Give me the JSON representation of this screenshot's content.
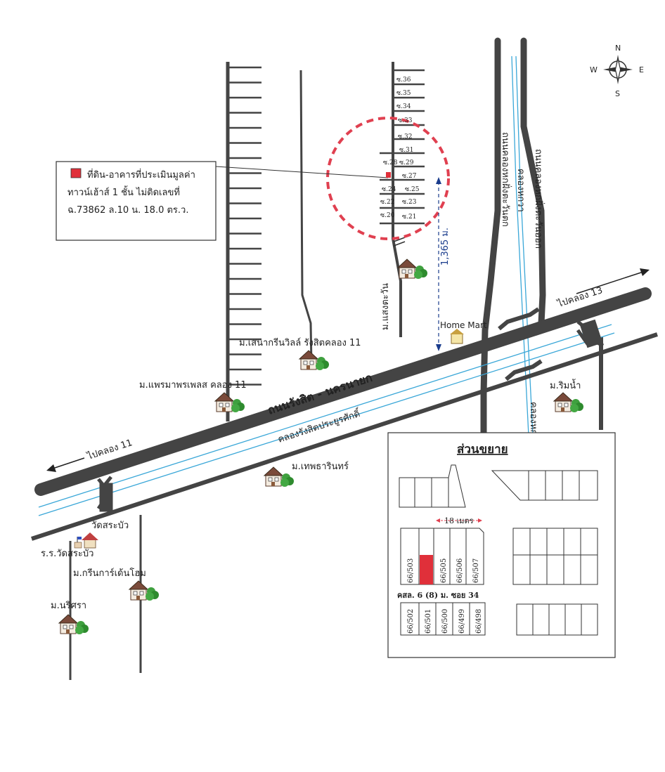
{
  "legend": {
    "line1": "ที่ดิน-อาคารที่ประเมินมูลค่า",
    "line2": "ทาวน์เฮ้าส์ 1 ชั้น ไม่ติดเลขที่",
    "line3": "ฉ.73862  ล.10  น. 18.0 ตร.ว."
  },
  "compass": {
    "n": "N",
    "s": "S",
    "e": "E",
    "w": "W"
  },
  "roads": {
    "main": "ถนนรังสิต - นครนายก",
    "canal": "คลองรังสิตประยูรศักดิ์",
    "to_klong13": "ไปคลอง 13",
    "to_klong11": "ไปคลอง 11",
    "soi_saengtawan": "ม.แสงตะวัน",
    "road_right1": "ถนนคลองหกฝั่งตะวันตก",
    "road_right2": "ถนนคลองหกฝั่งตะวันออก",
    "canal_right": "คลองหกวา",
    "canal_lower": "คลองหกวา"
  },
  "distance": "1,365  ม.",
  "sois": [
    "ซ.36",
    "ซ.35",
    "ซ.34",
    "ซ.33",
    "ซ.32",
    "ซ.31",
    "ซ.29",
    "ซ.28",
    "ซ.27",
    "ซ.25",
    "ซ.24",
    "ซ.23",
    "ซ.22",
    "ซ.21",
    "ซ.20"
  ],
  "places": {
    "home_mart": "Home Mart",
    "sena": "ม.เสนากรีนวิลล์ รังสิตคลอง 11",
    "praemaa": "ม.แพรมาพรเพลส คลอง 11",
    "rimnam": "ม.ริมน้ำ",
    "thepthanin": "ม.เทพธารินทร์",
    "wat": "วัดสระบัว",
    "school": "ร.ร.วัดสระบัว",
    "green_garden": "ม.กรีนการ์เด้นโฮม",
    "narisara": "ม.นริศรา"
  },
  "inset": {
    "title": "ส่วนขยาย",
    "width_label": "18 เมตร",
    "soi_label": "คสล. 6 (8) ม.  ซอย 34",
    "top_lots": [
      "66/503",
      "",
      "66/505",
      "66/506",
      "66/507"
    ],
    "bottom_lots": [
      "66/502",
      "66/501",
      "66/500",
      "66/499",
      "66/498"
    ],
    "subject_color": "#e0303a"
  },
  "colors": {
    "road": "#444444",
    "canal": "#3aa7d8",
    "circle": "#e04050",
    "tree": "#2e8b2e"
  }
}
